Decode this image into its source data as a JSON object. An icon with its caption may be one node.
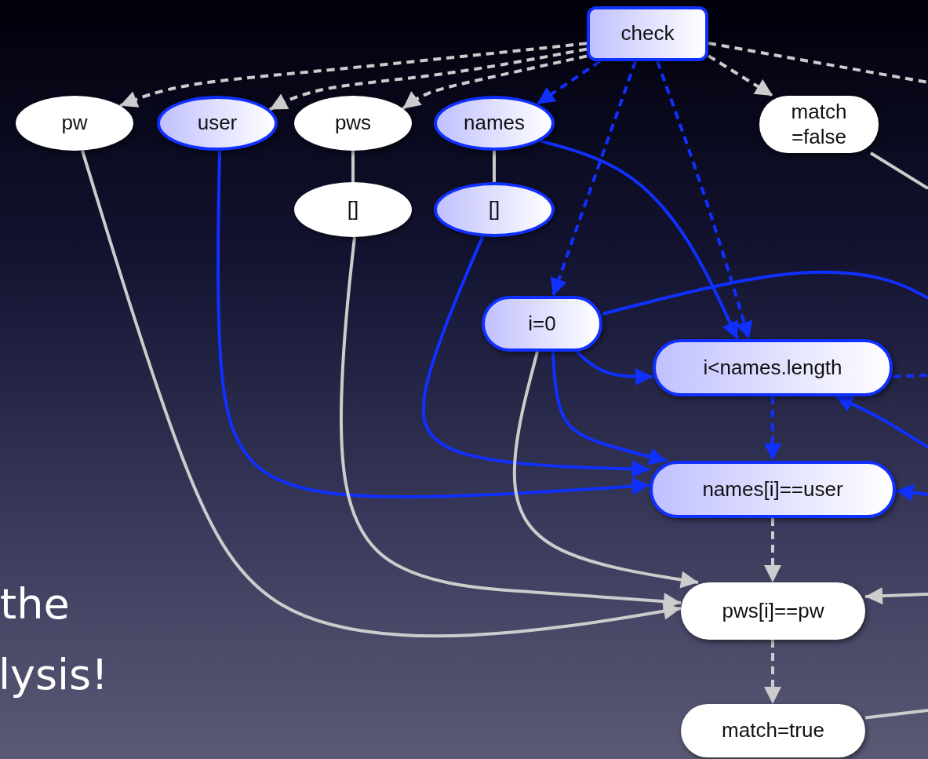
{
  "diagram": {
    "nodes": [
      {
        "text": [
          "check"
        ]
      },
      {
        "text": [
          "pw"
        ]
      },
      {
        "text": [
          "user"
        ]
      },
      {
        "text": [
          "pws"
        ]
      },
      {
        "text": [
          "names"
        ]
      },
      {
        "text": [
          "match =false"
        ]
      },
      {
        "text": [
          "[]"
        ]
      },
      {
        "text": [
          "[]"
        ]
      },
      {
        "text": [
          "i=0"
        ]
      },
      {
        "text": [
          "i<names.length"
        ]
      },
      {
        "text": [
          "names[i]==user"
        ]
      },
      {
        "text": [
          "pws[i]==pw"
        ]
      },
      {
        "text": [
          "match=true"
        ]
      }
    ],
    "edges": [
      {
        "from": 0,
        "to": 1,
        "arrow": "to",
        "style": "dashed"
      },
      {
        "from": 0,
        "to": 2,
        "arrow": "to",
        "style": "dashed"
      },
      {
        "from": 0,
        "to": 3,
        "arrow": "to",
        "style": "dashed"
      },
      {
        "from": 0,
        "to": 4,
        "arrow": "to",
        "style": "dashed",
        "color": "#1030ff"
      },
      {
        "from": 0,
        "to": 8,
        "arrow": "to",
        "style": "dashed",
        "color": "#1030ff"
      },
      {
        "from": 0,
        "to": 9,
        "arrow": "to",
        "style": "dashed",
        "color": "#1030ff"
      },
      {
        "from": 0,
        "to": 5,
        "arrow": "to",
        "style": "dashed"
      },
      {
        "from": 0,
        "to": null,
        "arrow": "none",
        "style": "dashed"
      },
      {
        "from": 3,
        "to": 6,
        "arrow": "none"
      },
      {
        "from": 4,
        "to": 7,
        "arrow": "none"
      },
      {
        "from": 1,
        "to": 11,
        "arrow": "to"
      },
      {
        "from": 2,
        "to": 10,
        "arrow": "to",
        "color": "#1030ff"
      },
      {
        "from": 6,
        "to": 11,
        "arrow": "to"
      },
      {
        "from": 7,
        "to": 10,
        "arrow": "to",
        "color": "#1030ff"
      },
      {
        "from": 4,
        "to": 9,
        "arrow": "to",
        "color": "#1030ff"
      },
      {
        "from": 8,
        "to": 9,
        "arrow": "to",
        "color": "#1030ff"
      },
      {
        "from": 8,
        "to": 10,
        "arrow": "to",
        "color": "#1030ff"
      },
      {
        "from": 8,
        "to": 11,
        "arrow": "to"
      },
      {
        "from": 8,
        "to": null,
        "arrow": "none",
        "color": "#1030ff"
      },
      {
        "from": 9,
        "to": 10,
        "arrow": "to",
        "style": "dashed",
        "color": "#1030ff"
      },
      {
        "from": 9,
        "to": null,
        "arrow": "none",
        "style": "dashed",
        "color": "#1030ff"
      },
      {
        "from": null,
        "to": 9,
        "arrow": "to",
        "color": "#1030ff"
      },
      {
        "from": null,
        "to": 10,
        "arrow": "to",
        "color": "#1030ff"
      },
      {
        "from": 10,
        "to": 11,
        "arrow": "to",
        "style": "dashed"
      },
      {
        "from": null,
        "to": 11,
        "arrow": "to"
      },
      {
        "from": 11,
        "to": 12,
        "arrow": "to",
        "style": "dashed"
      },
      {
        "from": 5,
        "to": null,
        "arrow": "none"
      },
      {
        "from": 12,
        "to": null,
        "arrow": "none"
      }
    ],
    "labels": [
      "the",
      "lysis!"
    ]
  }
}
